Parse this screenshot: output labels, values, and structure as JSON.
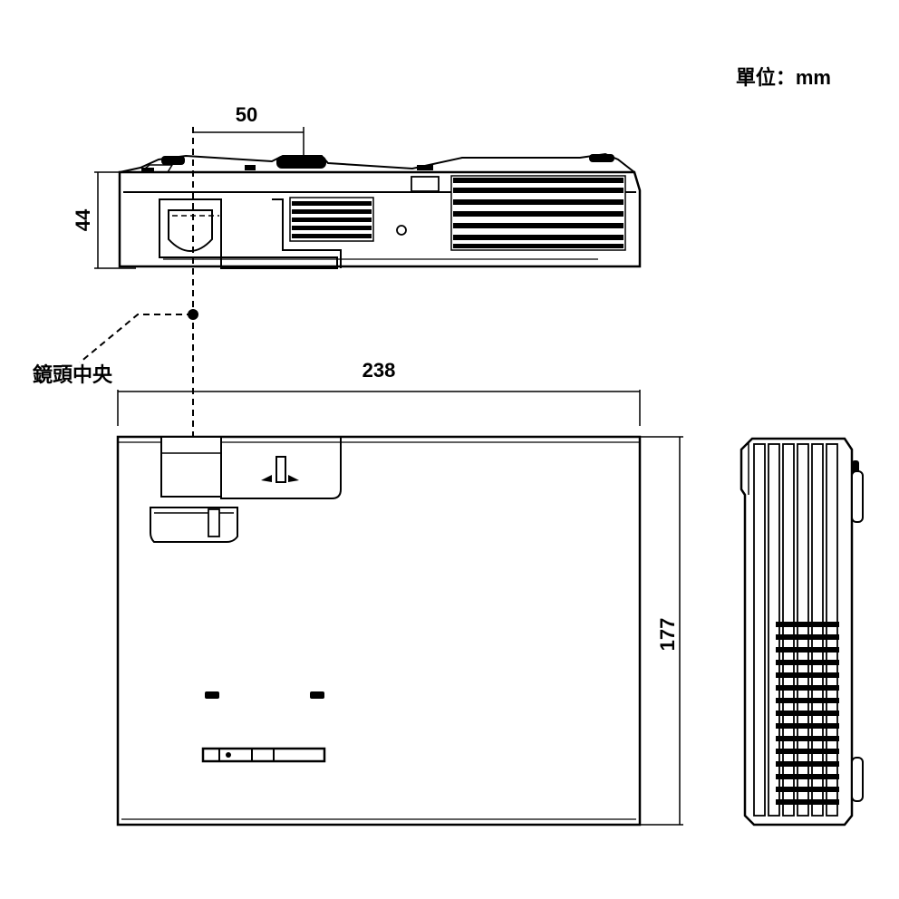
{
  "unit_label": "單位：mm",
  "lens_center_label": "鏡頭中央",
  "dimensions": {
    "lens_offset": "50",
    "height": "44",
    "width": "238",
    "depth": "177"
  },
  "colors": {
    "line": "#000000",
    "background": "#ffffff"
  }
}
